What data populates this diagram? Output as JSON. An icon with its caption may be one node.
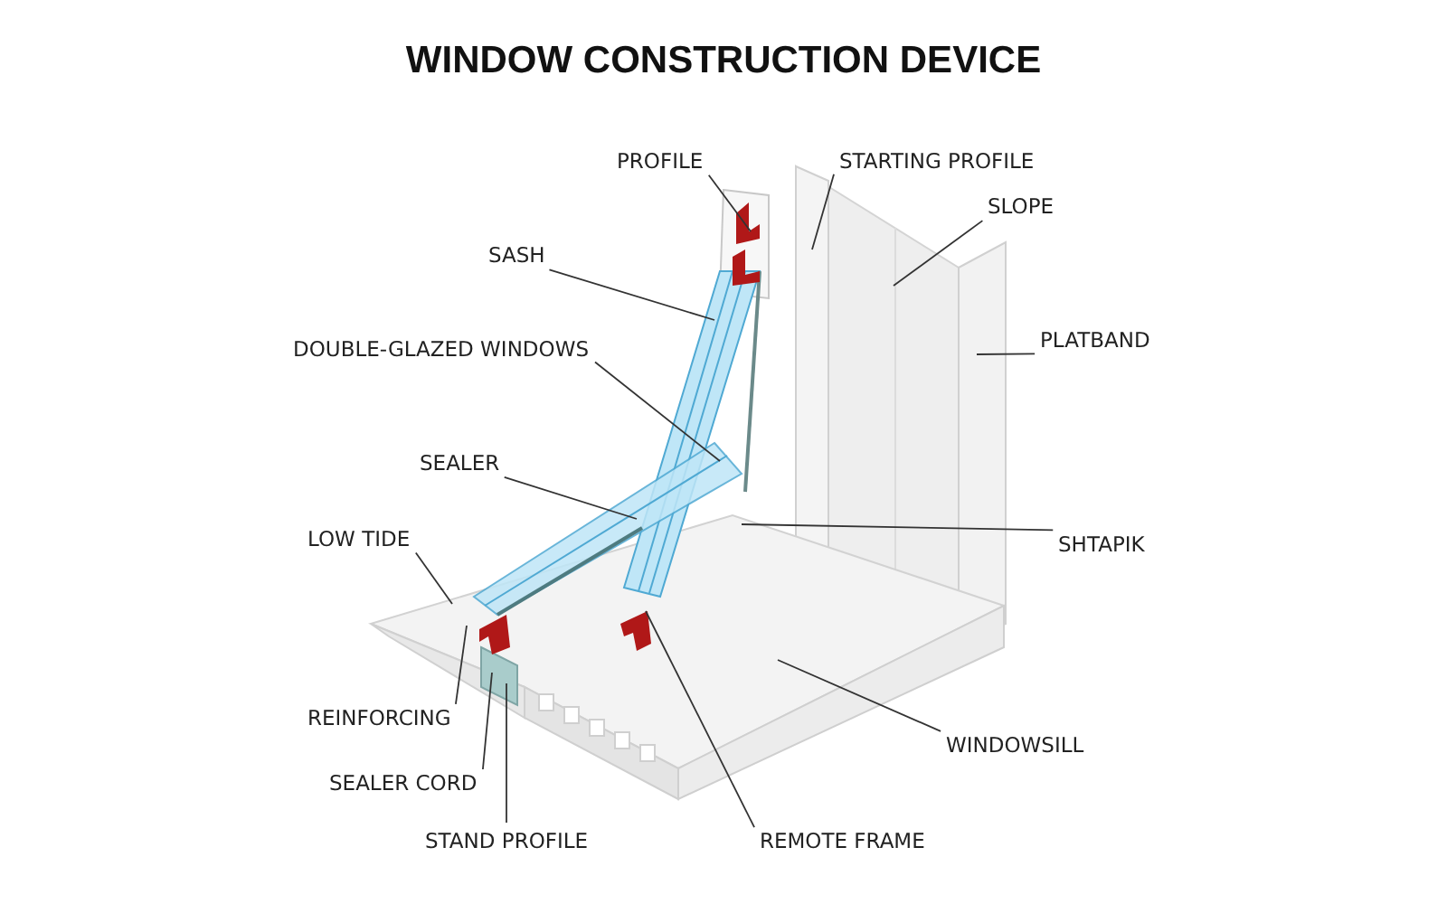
{
  "diagram": {
    "title": "WINDOW CONSTRUCTION DEVICE",
    "nodes": [
      {
        "text": [
          "PROFILE"
        ]
      },
      {
        "text": [
          "STARTING PROFILE"
        ]
      },
      {
        "text": [
          "SLOPE"
        ]
      },
      {
        "text": [
          "SASH"
        ]
      },
      {
        "text": [
          "PLATBAND"
        ]
      },
      {
        "text": [
          "DOUBLE-GLAZED WINDOWS"
        ]
      },
      {
        "text": [
          "SEALER"
        ]
      },
      {
        "text": [
          "LOW TIDE"
        ]
      },
      {
        "text": [
          "SHTAPIK"
        ]
      },
      {
        "text": [
          "REINFORCING"
        ]
      },
      {
        "text": [
          "WINDOWSILL"
        ]
      },
      {
        "text": [
          "SEALER CORD"
        ]
      },
      {
        "text": [
          "STAND PROFILE"
        ]
      },
      {
        "text": [
          "REMOTE FRAME"
        ]
      }
    ],
    "edges": [
      {
        "from": 0,
        "to": null,
        "arrow": "none"
      },
      {
        "from": 1,
        "to": null,
        "arrow": "none"
      },
      {
        "from": 2,
        "to": null,
        "arrow": "none"
      },
      {
        "from": 3,
        "to": null,
        "arrow": "none"
      },
      {
        "from": 4,
        "to": null,
        "arrow": "none"
      },
      {
        "from": 5,
        "to": null,
        "arrow": "none"
      },
      {
        "from": 6,
        "to": null,
        "arrow": "none"
      },
      {
        "from": 7,
        "to": null,
        "arrow": "none"
      },
      {
        "from": 8,
        "to": null,
        "arrow": "none"
      },
      {
        "from": 9,
        "to": null,
        "arrow": "none"
      },
      {
        "from": 10,
        "to": null,
        "arrow": "none"
      },
      {
        "from": 11,
        "to": null,
        "arrow": "none"
      },
      {
        "from": 12,
        "to": null,
        "arrow": "none"
      },
      {
        "from": 13,
        "to": null,
        "arrow": "none"
      }
    ]
  }
}
